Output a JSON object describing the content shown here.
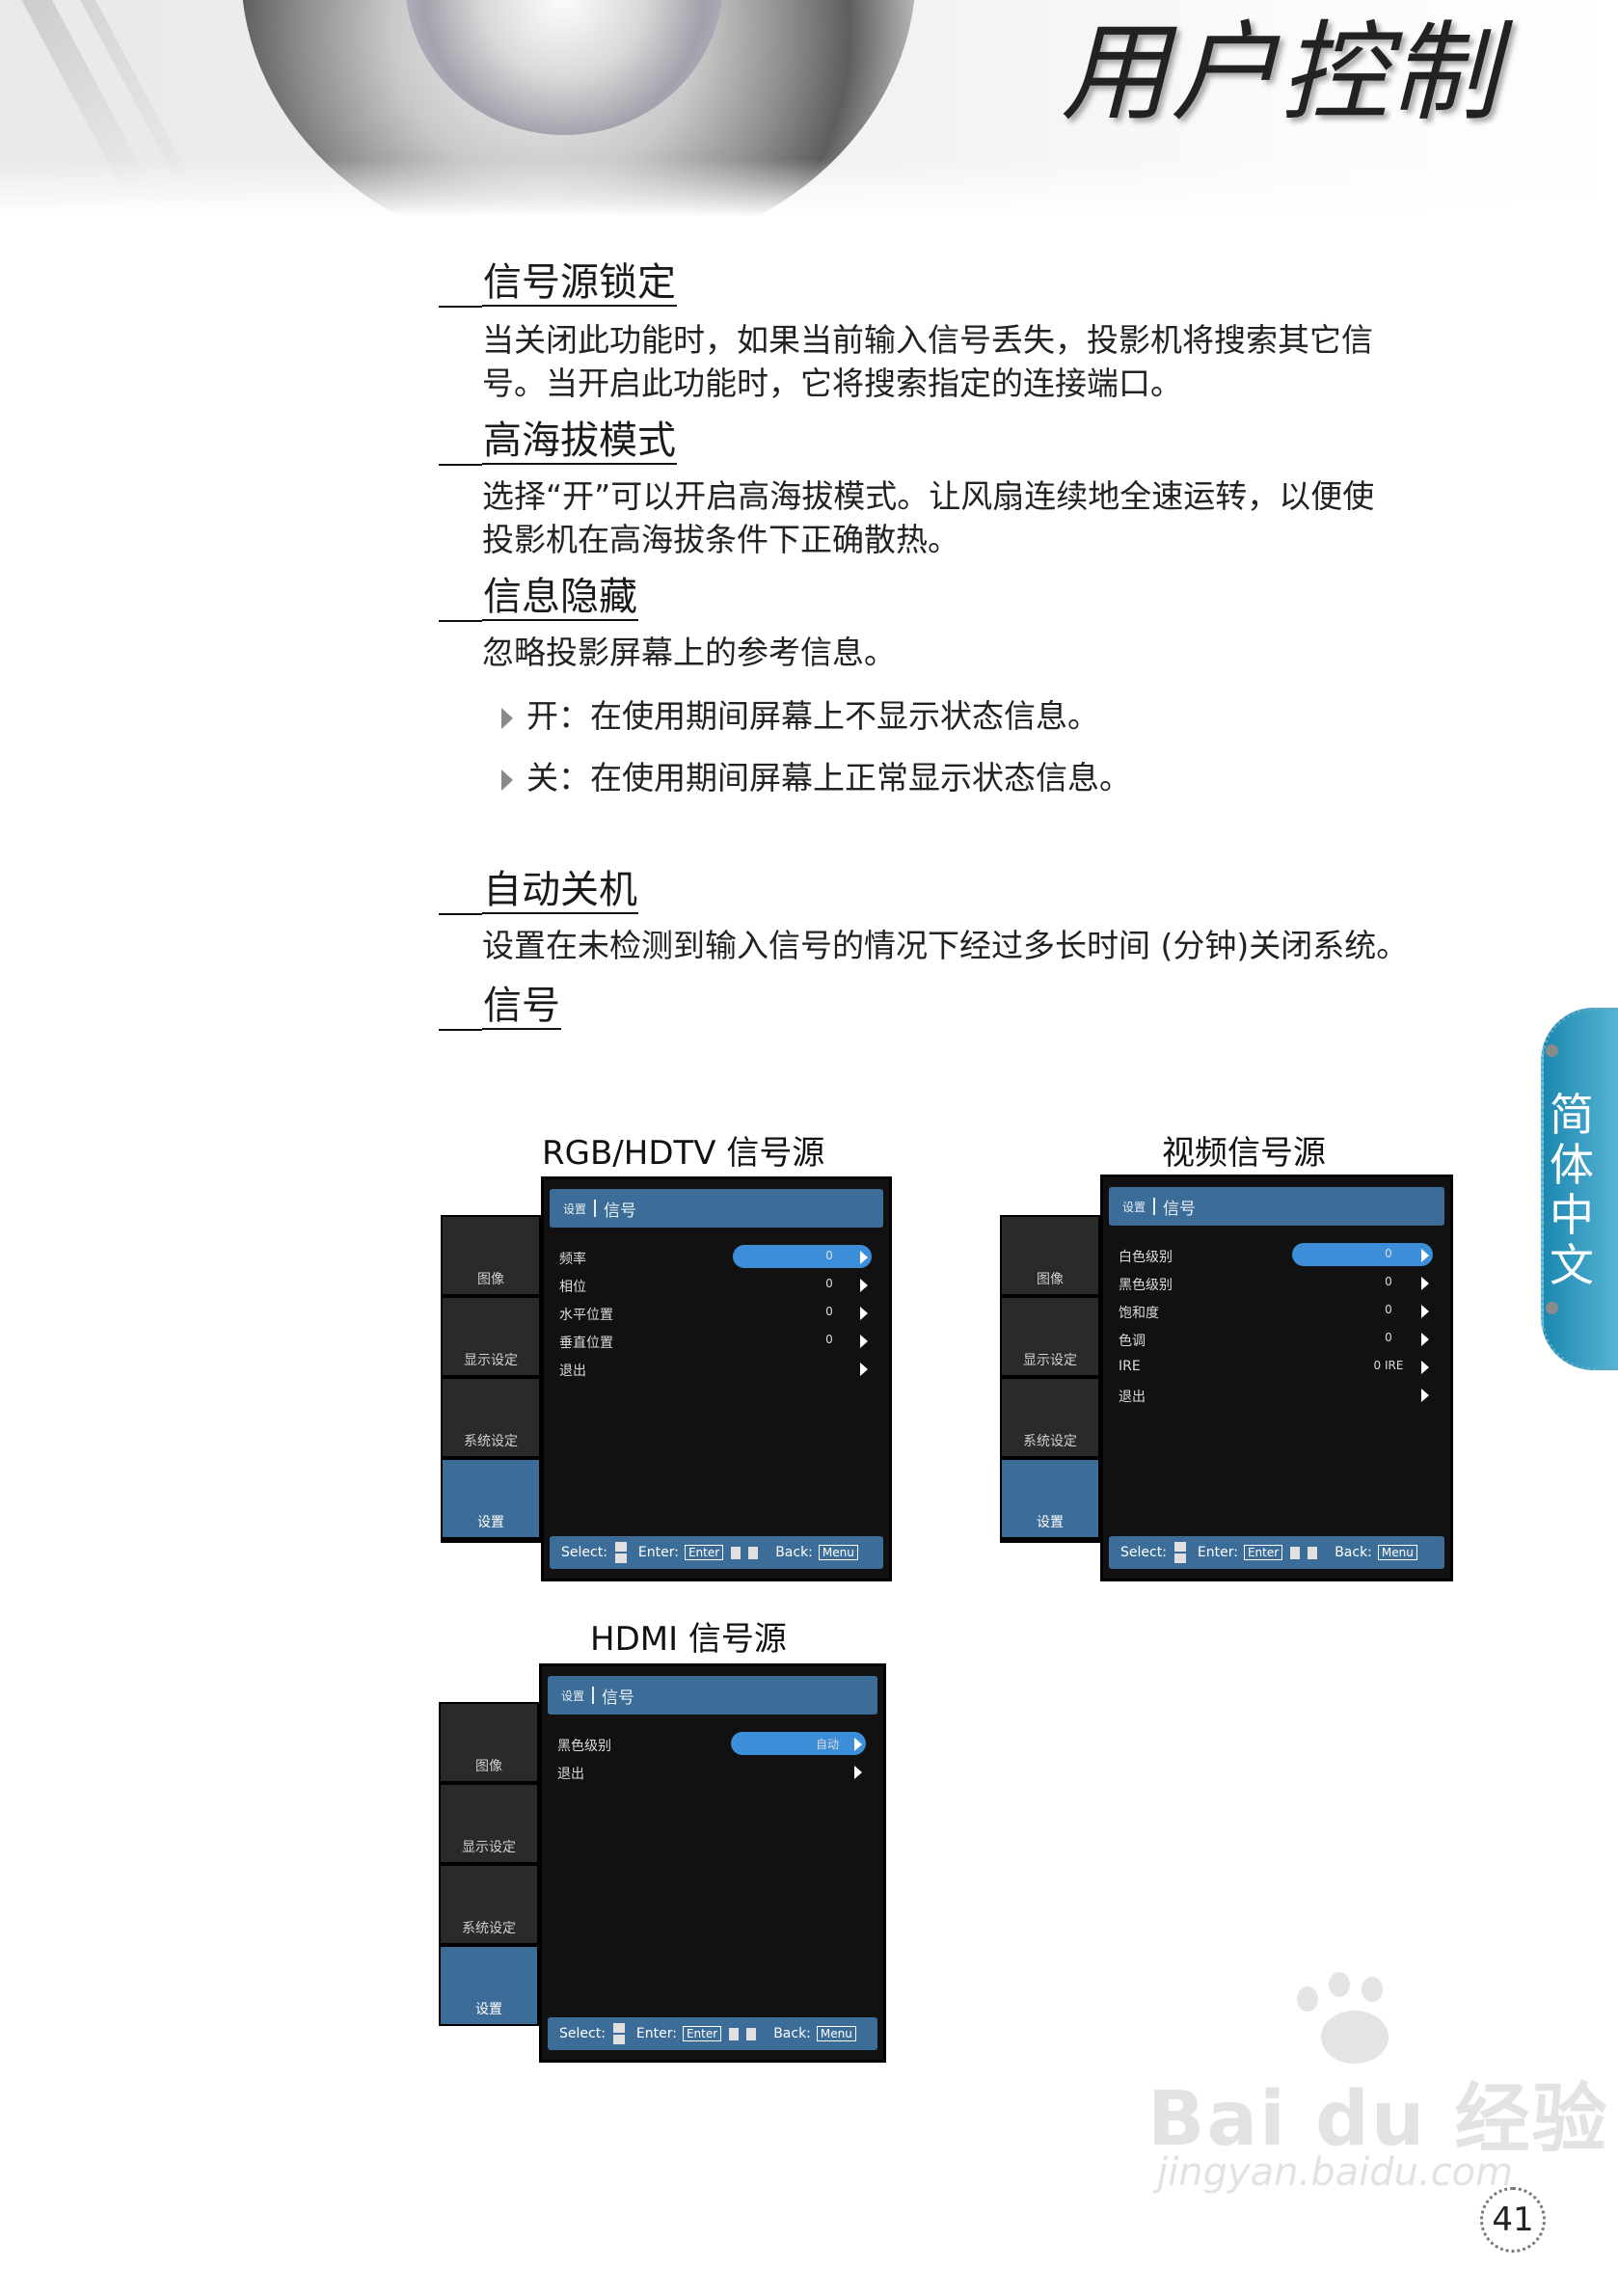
{
  "page_title": "用户控制",
  "side_tab": "简体中文",
  "page_number": "41",
  "watermark": {
    "brand": "Bai du 经验",
    "url": "jingyan.baidu.com"
  },
  "sections": [
    {
      "heading": "信号源锁定",
      "lines": [
        "当关闭此功能时，如果当前输入信号丢失，投影机将搜索其它信",
        "号。当开启此功能时，它将搜索指定的连接端口。"
      ]
    },
    {
      "heading": "高海拔模式",
      "lines": [
        "选择“开”可以开启高海拔模式。让风扇连续地全速运转，以便使",
        "投影机在高海拔条件下正确散热。"
      ]
    },
    {
      "heading": "信息隐藏",
      "lines": [
        "忽略投影屏幕上的参考信息。"
      ],
      "bullets": [
        "开：在使用期间屏幕上不显示状态信息。",
        "关：在使用期间屏幕上正常显示状态信息。"
      ]
    },
    {
      "heading": "自动关机",
      "lines": [
        "设置在未检测到输入信号的情况下经过多长时间 (分钟)关闭系统。"
      ]
    },
    {
      "heading": "信号",
      "lines": []
    }
  ],
  "osd_common": {
    "tabs": [
      "图像",
      "显示设定",
      "系统设定",
      "设置"
    ],
    "header_small": "设置",
    "header_big": "信号",
    "footer": {
      "select": "Select:",
      "enter": "Enter:",
      "enter_key": "Enter",
      "back": "Back:",
      "menu_key": "Menu"
    }
  },
  "osd_screens": [
    {
      "caption": "RGB/HDTV 信号源",
      "rows": [
        {
          "label": "频率",
          "value": "0"
        },
        {
          "label": "相位",
          "value": "0"
        },
        {
          "label": "水平位置",
          "value": "0"
        },
        {
          "label": "垂直位置",
          "value": "0"
        },
        {
          "label": "退出",
          "value": ""
        }
      ]
    },
    {
      "caption": "视频信号源",
      "rows": [
        {
          "label": "白色级别",
          "value": "0"
        },
        {
          "label": "黑色级别",
          "value": "0"
        },
        {
          "label": "饱和度",
          "value": "0"
        },
        {
          "label": "色调",
          "value": "0"
        },
        {
          "label": "IRE",
          "value": "0 IRE"
        },
        {
          "label": "退出",
          "value": ""
        }
      ]
    },
    {
      "caption": "HDMI 信号源",
      "rows": [
        {
          "label": "黑色级别",
          "value": "自动"
        },
        {
          "label": "退出",
          "value": ""
        }
      ]
    }
  ]
}
